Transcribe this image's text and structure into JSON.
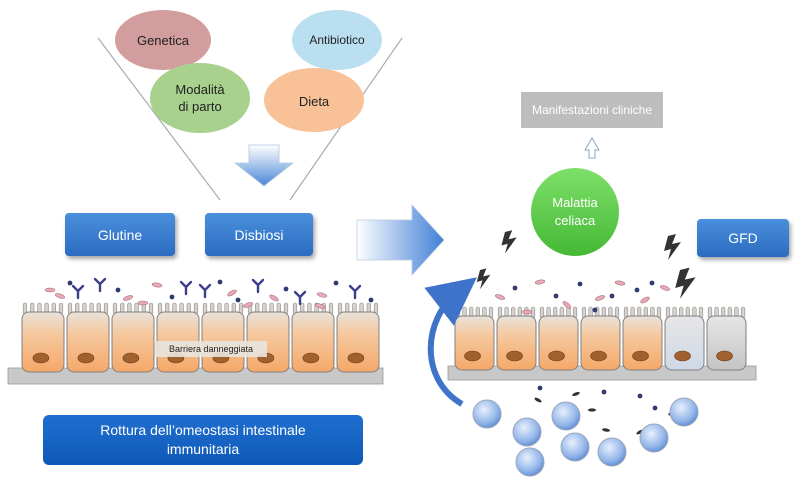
{
  "bubbles": {
    "genetica": "Genetica",
    "antibiotico": "Antibiotico",
    "modalita_line1": "Modalità",
    "modalita_line2": "di parto",
    "dieta": "Dieta"
  },
  "boxes": {
    "glutine": "Glutine",
    "disbiosi": "Disbiosi",
    "gfd": "GFD",
    "manifestazioni": "Manifestazioni cliniche",
    "barriera": "Barriera danneggiata"
  },
  "celiac": {
    "line1": "Malattia",
    "line2": "celiaca"
  },
  "footer": {
    "line1": "Rottura dell’omeostasi intestinale",
    "line2": "immunitaria"
  },
  "colors": {
    "genetica": "#c98c8c",
    "antibiotico": "#b9dff0",
    "modalita": "#a9d18e",
    "dieta": "#f8c198",
    "box_blue": "#2b6cc0",
    "celiac_green": "#5fcf4a",
    "cell_orange": "#f7b884",
    "cell_grey": "#b8b8b8",
    "immune_blue": "#8fb3e8"
  }
}
